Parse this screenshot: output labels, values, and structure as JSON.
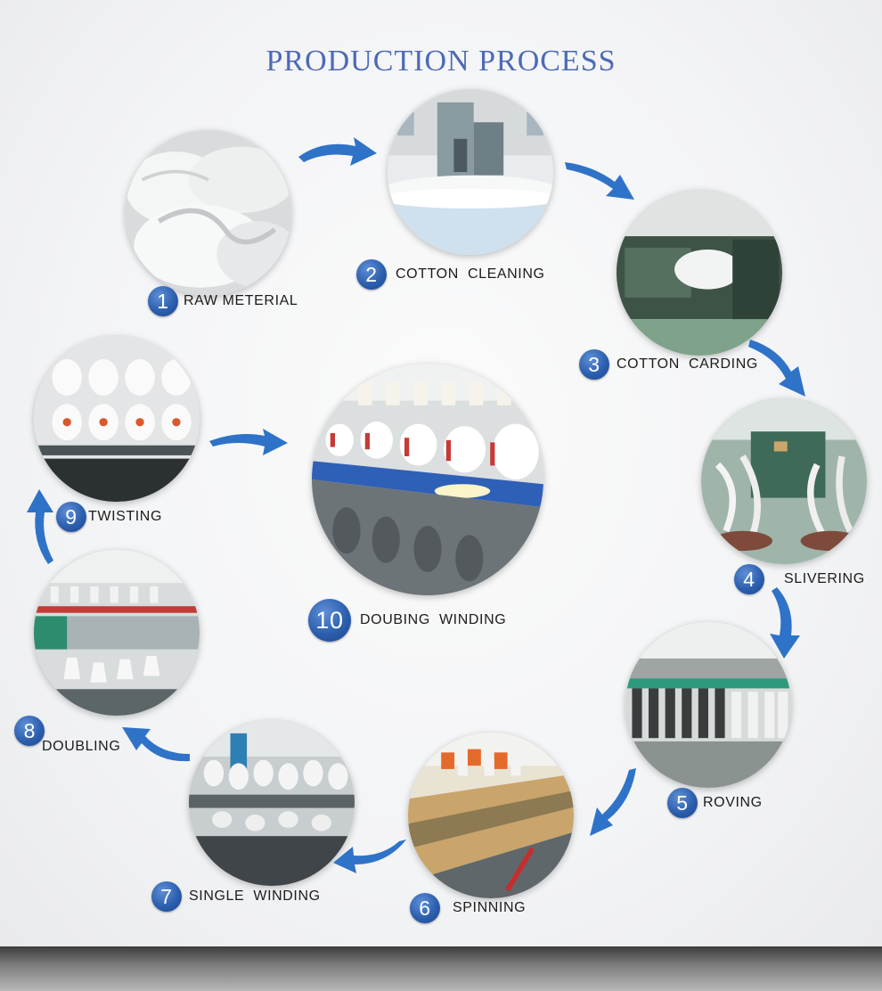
{
  "title": "PRODUCTION PROCESS",
  "colors": {
    "title": "#4d6ab5",
    "badge": "#2c5fae",
    "arrow": "#2f73c8"
  },
  "steps": [
    {
      "number": "1",
      "label": "RAW METERIAL"
    },
    {
      "number": "2",
      "label": "COTTON  CLEANING"
    },
    {
      "number": "3",
      "label": "COTTON  CARDING"
    },
    {
      "number": "4",
      "label": "SLIVERING"
    },
    {
      "number": "5",
      "label": "ROVING"
    },
    {
      "number": "6",
      "label": "SPINNING"
    },
    {
      "number": "7",
      "label": "SINGLE  WINDING"
    },
    {
      "number": "8",
      "label": "DOUBLING"
    },
    {
      "number": "9",
      "label": "TWISTING"
    },
    {
      "number": "10",
      "label": "DOUBING  WINDING"
    }
  ]
}
